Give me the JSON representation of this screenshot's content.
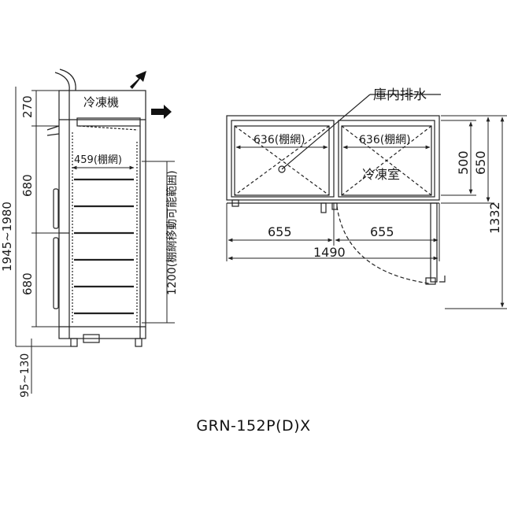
{
  "side_view": {
    "label_refrigeration_unit": "冷凍機",
    "dim_top": "270",
    "dim_upper": "680",
    "dim_lower": "680",
    "dim_total_height": "1945~1980",
    "dim_legs": "95~130",
    "dim_shelf_depth": "459(棚網)",
    "dim_shelf_range": "1200(棚網移動可能範囲)"
  },
  "plan_view": {
    "label_drain": "庫内排水",
    "label_freezer": "冷凍室",
    "dim_shelf_left": "636(棚網)",
    "dim_shelf_right": "636(棚網)",
    "dim_door_left": "655",
    "dim_door_right": "655",
    "dim_width": "1490",
    "dim_inner_depth": "500",
    "dim_depth": "650",
    "dim_door_open_depth": "1332"
  },
  "model_name": "GRN-152P(D)X"
}
